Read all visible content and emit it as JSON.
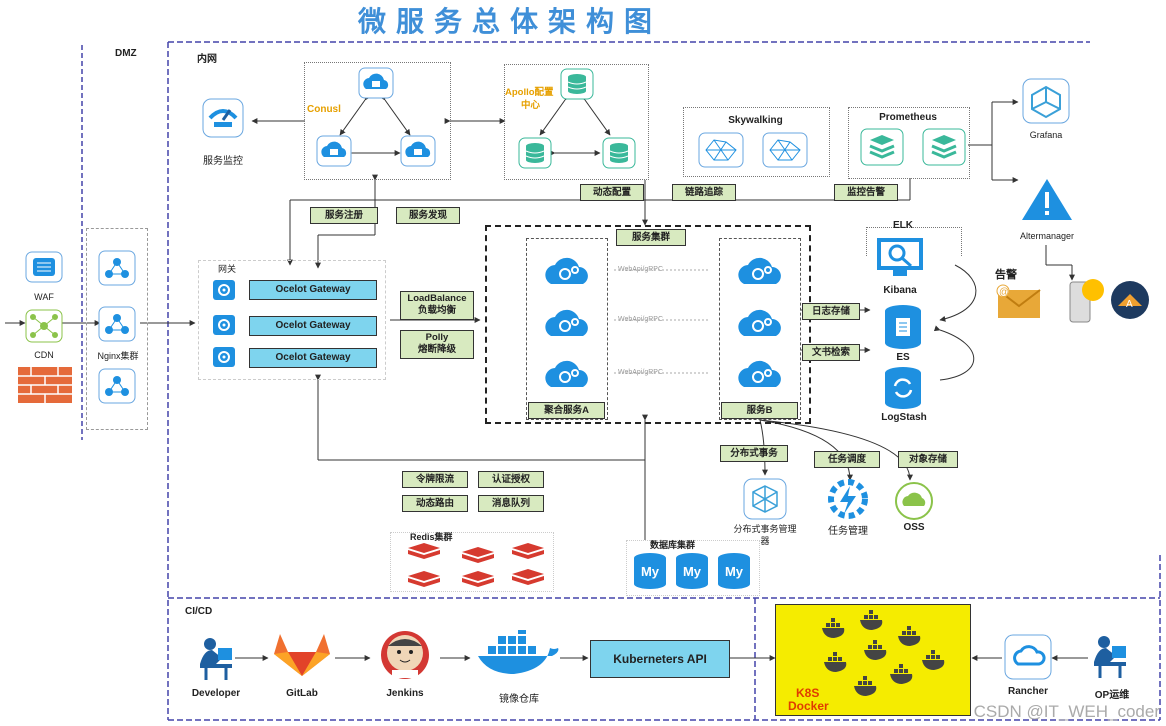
{
  "title": "微服务总体架构图",
  "zones": {
    "dmz": "DMZ",
    "intranet": "内网",
    "cicd": "CI/CD"
  },
  "edge": {
    "waf": "WAF",
    "cdn": "CDN",
    "nginx": "Nginx集群",
    "gateway_group": "网关"
  },
  "gateways": [
    "Ocelot Gateway",
    "Ocelot Gateway",
    "Ocelot Gateway"
  ],
  "registry": {
    "consul": "Conusl",
    "apollo_line1": "Apollo配置",
    "apollo_line2": "中心",
    "monitor": "服务监控"
  },
  "tags": {
    "dynamic_config": "动态配置",
    "tracing": "链路追踪",
    "alerting": "监控告警",
    "service_register": "服务注册",
    "service_discovery": "服务发现",
    "service_cluster": "服务集群",
    "loadbalance_line1": "LoadBalance",
    "loadbalance_line2": "负载均衡",
    "polly_line1": "Polly",
    "polly_line2": "熔断降级",
    "log_storage": "日志存储",
    "doc_search": "文书检索",
    "distributed_tx": "分布式事务",
    "task_schedule": "任务调度",
    "object_storage": "对象存储",
    "token_limit": "令牌限流",
    "auth": "认证授权",
    "dynamic_route": "动态路由",
    "message_queue": "消息队列"
  },
  "monitoring": {
    "skywalking": "Skywalking",
    "prometheus": "Prometheus",
    "grafana": "Grafana",
    "altermanager": "Altermanager",
    "alarm": "告警"
  },
  "services": {
    "a": "聚合服务A",
    "b": "服务B",
    "rpc": [
      "WebApi/gRPC",
      "WebApi/gRPC",
      "WebApi/gRPC"
    ]
  },
  "elk": {
    "title": "ELK",
    "kibana": "Kibana",
    "es": "ES",
    "logstash": "LogStash"
  },
  "infra": {
    "tx_mgr_line1": "分布式事务管理",
    "tx_mgr_line2": "器",
    "task_mgr": "任务管理",
    "oss": "OSS",
    "redis": "Redis集群",
    "db": "数据库集群",
    "my": "My"
  },
  "cicd": {
    "developer": "Developer",
    "gitlab": "GitLab",
    "jenkins": "Jenkins",
    "registry": "镜像仓库",
    "k8s_api": "Kuberneters API",
    "k8s": "K8S",
    "docker": "Docker",
    "rancher": "Rancher",
    "ops": "OP运维"
  },
  "watermark": "CSDN @IT_WEH_coder",
  "colors": {
    "title": "#3f8fd8",
    "tag": "#d8eac0",
    "gateway": "#7ed4ee",
    "k8s_box": "#f5ec00",
    "icon_blue": "#1e90e0",
    "icon_green": "#3ab89a"
  }
}
